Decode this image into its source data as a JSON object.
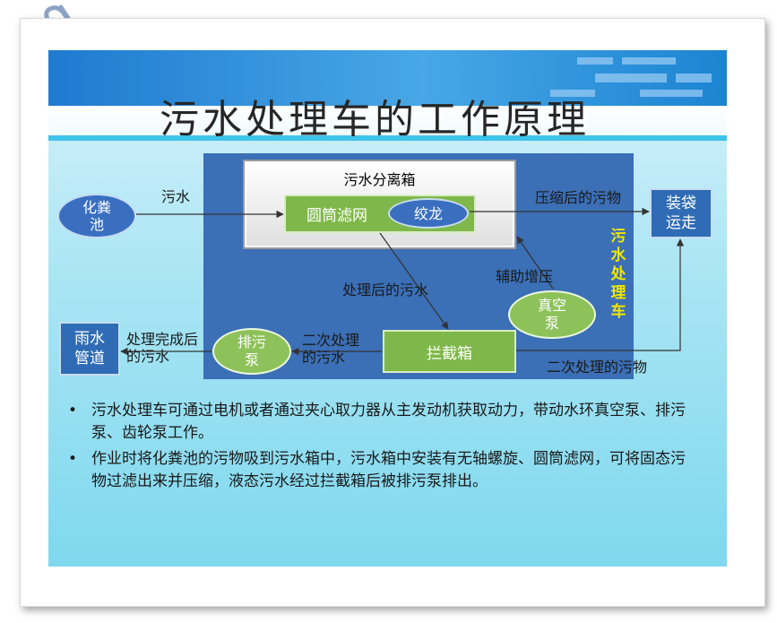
{
  "slide": {
    "title": "污水处理车的工作原理",
    "bullets": [
      "污水处理车可通过电机或者通过夹心取力器从主发动机获取动力，带动水环真空泵、排污泵、齿轮泵工作。",
      "作业时将化粪池的污物吸到污水箱中，污水箱中安装有无轴螺旋、圆筒滤网，可将固态污物过滤出来并压缩，液态污水经过拦截箱后被排污泵排出。"
    ],
    "bullet_mark": "•"
  },
  "diagram": {
    "truck_label": "污水处理车",
    "nodes": {
      "septic": "化粪池",
      "tank": "污水分离箱",
      "screen": "圆筒滤网",
      "auger": "绞龙",
      "bagging": "装袋运走",
      "vacuum": "真空泵",
      "intercept": "拦截箱",
      "pump": "排污泵",
      "storm": "雨水管道"
    },
    "edge_labels": {
      "sewage": "污水",
      "compressed": "压缩后的污物",
      "treated": "处理后的污水",
      "pressurize": "辅助增压",
      "secondary_water": "二次处理的污水",
      "secondary_waste": "二次处理的污物",
      "final_water": "处理完成后的污水"
    }
  },
  "colors": {
    "panel": "#3b6fb6",
    "box_green": "#7fb84a",
    "box_blue": "#2f6cb5",
    "tank_title": "#c0392b",
    "truck_label": "#f2e600"
  }
}
